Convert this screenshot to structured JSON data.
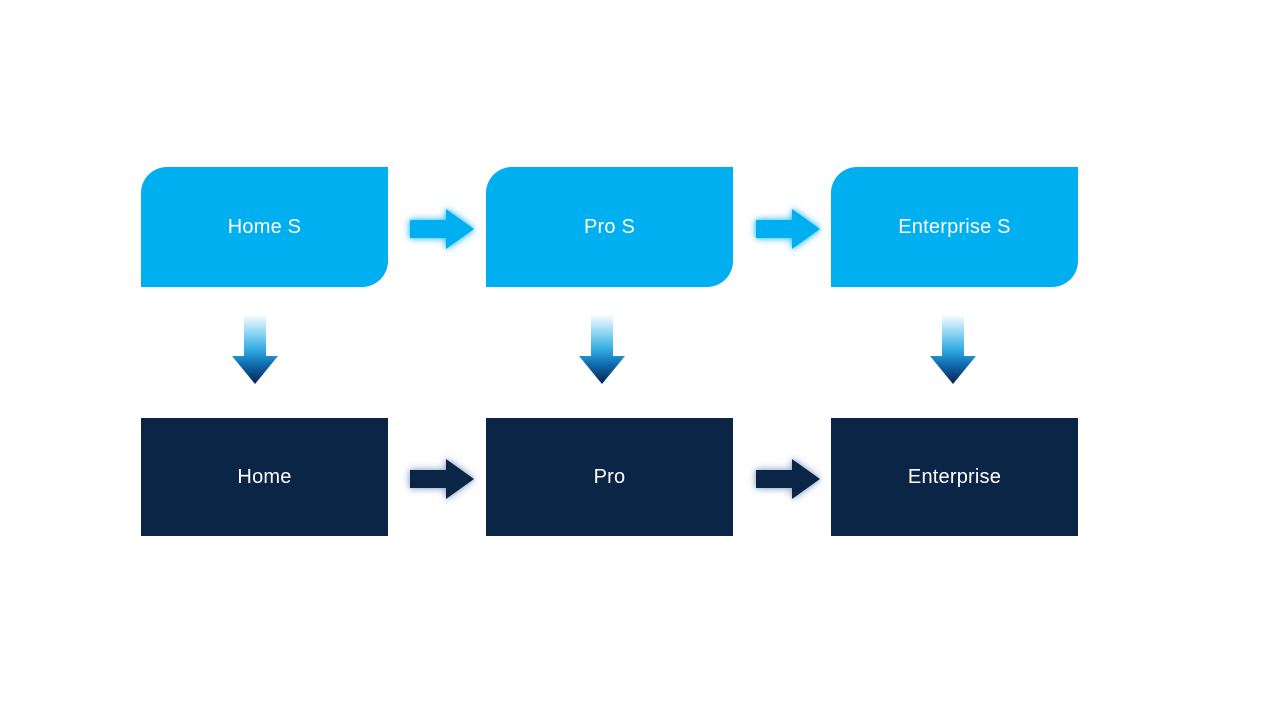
{
  "colors": {
    "background": "#FFFFFF",
    "accent_light": "#00AFEF",
    "accent_dark": "#0B2546",
    "text": "#FFFFFF",
    "glow_light": "rgba(0,175,239,0.55)",
    "glow_dark": "rgba(125,150,190,0.6)",
    "down_gradient_top": "#FFFFFF",
    "down_gradient_light": "#8AD4F2",
    "down_gradient_mid": "#2FA9E1",
    "down_gradient_deep": "#0F6CB0",
    "down_gradient_bottom": "#0A2150"
  },
  "diagram": {
    "top_row": [
      {
        "label": "Home S"
      },
      {
        "label": "Pro S"
      },
      {
        "label": "Enterprise S"
      }
    ],
    "bottom_row": [
      {
        "label": "Home"
      },
      {
        "label": "Pro"
      },
      {
        "label": "Enterprise"
      }
    ],
    "icons": {
      "right_arrow": "right-arrow-icon",
      "down_arrow": "down-arrow-icon"
    }
  }
}
